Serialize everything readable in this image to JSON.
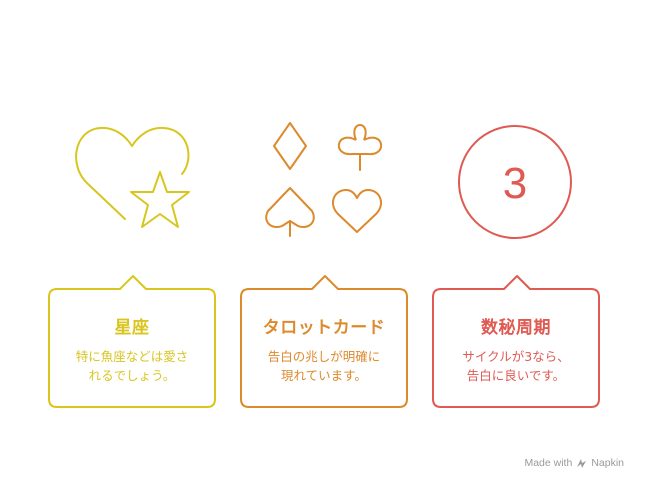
{
  "colors": {
    "yellow": "#d8c61f",
    "orange": "#dd8a2d",
    "red": "#df5a52"
  },
  "items": [
    {
      "title": "星座",
      "description": "特に魚座などは愛さ\nれるでしょう。",
      "icon": "heart-star-icon"
    },
    {
      "title": "タロットカード",
      "description": "告白の兆しが明確に\n現れています。",
      "icon": "card-suits-icon"
    },
    {
      "title": "数秘周期",
      "description": "サイクルが3なら、\n告白に良いです。",
      "icon": "number-circle-icon",
      "icon_text": "3"
    }
  ],
  "branding": {
    "made_with": "Made with",
    "name": "Napkin"
  }
}
